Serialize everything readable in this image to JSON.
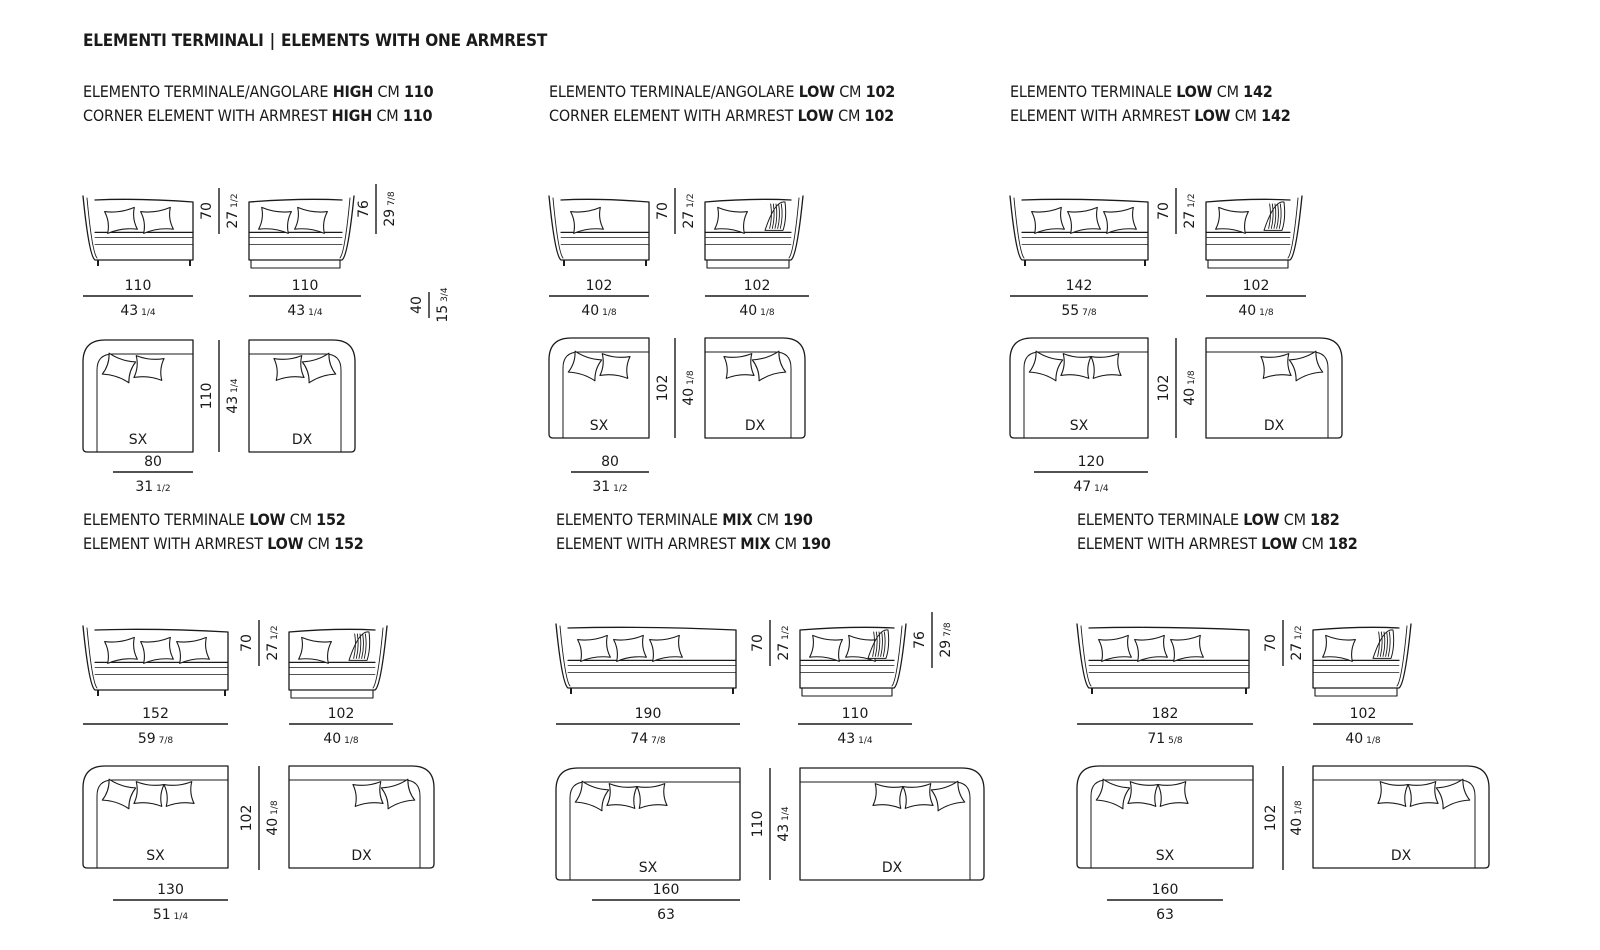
{
  "title": {
    "it": "ELEMENTI TERMINALI",
    "separator": "|",
    "en": "ELEMENTS WITH ONE ARMREST"
  },
  "sections": [
    {
      "id": "s1",
      "head_it": {
        "pre": "ELEMENTO TERMINALE/ANGOLARE",
        "kw": "HIGH",
        "cm": "CM",
        "num": "110"
      },
      "head_en": {
        "pre": "CORNER ELEMENT WITH ARMREST",
        "kw": "HIGH",
        "cm": "CM",
        "num": "110"
      },
      "front_widths": [
        {
          "cm": "110",
          "in": "43",
          "frac": "1/4"
        },
        {
          "cm": "110",
          "in": "43",
          "frac": "1/4"
        }
      ],
      "heights": [
        {
          "cm": "70",
          "in": "27",
          "frac": "1/2"
        },
        {
          "cm": "76",
          "in": "29",
          "frac": "7/8"
        },
        {
          "cm": "40",
          "in": "15",
          "frac": "3/4"
        }
      ],
      "top_labels": [
        "SX",
        "DX"
      ],
      "depth": {
        "cm": "110",
        "in": "43",
        "frac": "1/4"
      },
      "bottom_width": {
        "cm": "80",
        "in": "31",
        "frac": "1/2"
      }
    },
    {
      "id": "s2",
      "head_it": {
        "pre": "ELEMENTO TERMINALE/ANGOLARE",
        "kw": "LOW",
        "cm": "CM",
        "num": "102"
      },
      "head_en": {
        "pre": "CORNER ELEMENT WITH ARMREST",
        "kw": "LOW",
        "cm": "CM",
        "num": "102"
      },
      "front_widths": [
        {
          "cm": "102",
          "in": "40",
          "frac": "1/8"
        },
        {
          "cm": "102",
          "in": "40",
          "frac": "1/8"
        }
      ],
      "heights": [
        {
          "cm": "70",
          "in": "27",
          "frac": "1/2"
        }
      ],
      "top_labels": [
        "SX",
        "DX"
      ],
      "depth": {
        "cm": "102",
        "in": "40",
        "frac": "1/8"
      },
      "bottom_width": {
        "cm": "80",
        "in": "31",
        "frac": "1/2"
      }
    },
    {
      "id": "s3",
      "head_it": {
        "pre": "ELEMENTO TERMINALE",
        "kw": "LOW",
        "cm": "CM",
        "num": "142"
      },
      "head_en": {
        "pre": "ELEMENT WITH ARMREST",
        "kw": "LOW",
        "cm": "CM",
        "num": "142"
      },
      "front_widths": [
        {
          "cm": "142",
          "in": "55",
          "frac": "7/8"
        },
        {
          "cm": "102",
          "in": "40",
          "frac": "1/8"
        }
      ],
      "heights": [
        {
          "cm": "70",
          "in": "27",
          "frac": "1/2"
        }
      ],
      "top_labels": [
        "SX",
        "DX"
      ],
      "depth": {
        "cm": "102",
        "in": "40",
        "frac": "1/8"
      },
      "bottom_width": {
        "cm": "120",
        "in": "47",
        "frac": "1/4"
      }
    },
    {
      "id": "s4",
      "head_it": {
        "pre": "ELEMENTO TERMINALE",
        "kw": "LOW",
        "cm": "CM",
        "num": "152"
      },
      "head_en": {
        "pre": "ELEMENT WITH ARMREST",
        "kw": "LOW",
        "cm": "CM",
        "num": "152"
      },
      "front_widths": [
        {
          "cm": "152",
          "in": "59",
          "frac": "7/8"
        },
        {
          "cm": "102",
          "in": "40",
          "frac": "1/8"
        }
      ],
      "heights": [
        {
          "cm": "70",
          "in": "27",
          "frac": "1/2"
        }
      ],
      "top_labels": [
        "SX",
        "DX"
      ],
      "depth": {
        "cm": "102",
        "in": "40",
        "frac": "1/8"
      },
      "bottom_width": {
        "cm": "130",
        "in": "51",
        "frac": "1/4"
      }
    },
    {
      "id": "s5",
      "head_it": {
        "pre": "ELEMENTO TERMINALE",
        "kw": "MIX",
        "cm": "CM",
        "num": "190"
      },
      "head_en": {
        "pre": "ELEMENT WITH ARMREST",
        "kw": "MIX",
        "cm": "CM",
        "num": "190"
      },
      "front_widths": [
        {
          "cm": "190",
          "in": "74",
          "frac": "7/8"
        },
        {
          "cm": "110",
          "in": "43",
          "frac": "1/4"
        }
      ],
      "heights": [
        {
          "cm": "70",
          "in": "27",
          "frac": "1/2"
        },
        {
          "cm": "76",
          "in": "29",
          "frac": "7/8"
        }
      ],
      "top_labels": [
        "SX",
        "DX"
      ],
      "depth": {
        "cm": "110",
        "in": "43",
        "frac": "1/4"
      },
      "bottom_width": {
        "cm": "160",
        "in": "63",
        "frac": ""
      }
    },
    {
      "id": "s6",
      "head_it": {
        "pre": "ELEMENTO TERMINALE",
        "kw": "LOW",
        "cm": "CM",
        "num": "182"
      },
      "head_en": {
        "pre": "ELEMENT WITH ARMREST",
        "kw": "LOW",
        "cm": "CM",
        "num": "182"
      },
      "front_widths": [
        {
          "cm": "182",
          "in": "71",
          "frac": "5/8"
        },
        {
          "cm": "102",
          "in": "40",
          "frac": "1/8"
        }
      ],
      "heights": [
        {
          "cm": "70",
          "in": "27",
          "frac": "1/2"
        }
      ],
      "top_labels": [
        "SX",
        "DX"
      ],
      "depth": {
        "cm": "102",
        "in": "40",
        "frac": "1/8"
      },
      "bottom_width": {
        "cm": "160",
        "in": "63",
        "frac": ""
      }
    }
  ]
}
